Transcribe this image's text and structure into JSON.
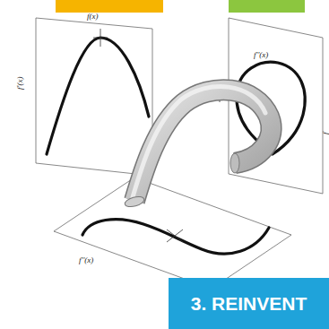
{
  "diagram": {
    "nodes": [
      {
        "text": [
          "3. REINVENT"
        ]
      }
    ],
    "labels": [
      "f(x)",
      "f'(x)",
      "f''(x)",
      "f",
      "f''(x)"
    ]
  }
}
